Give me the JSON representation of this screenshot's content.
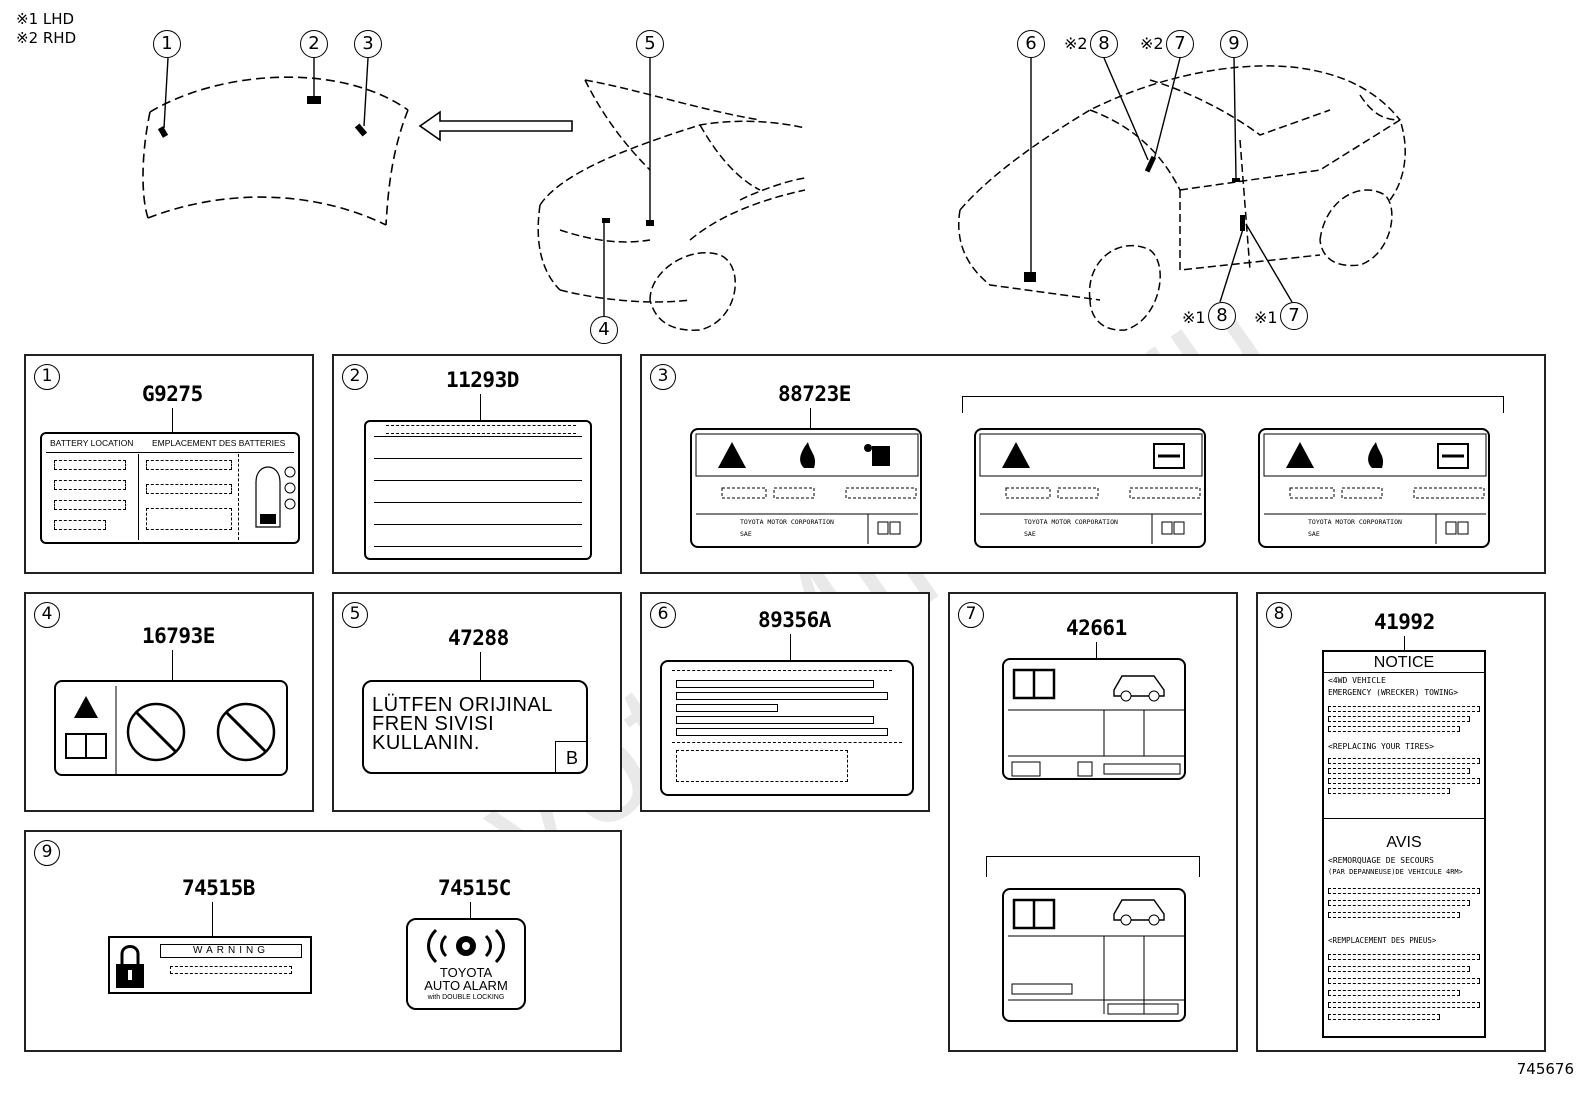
{
  "legend": {
    "lhd": "※1 LHD",
    "rhd": "※2 RHD"
  },
  "callouts": {
    "n1": "1",
    "n2": "2",
    "n3": "3",
    "n4": "4",
    "n5": "5",
    "n6": "6",
    "n7": "7",
    "n8": "8",
    "n9": "9",
    "note2": "※2",
    "note1": "※1"
  },
  "panels": {
    "p1": {
      "num": "1",
      "part": "G9275",
      "head_left": "BATTERY LOCATION",
      "head_right": "EMPLACEMENT DES BATTERIES"
    },
    "p2": {
      "num": "2",
      "part": "11293D"
    },
    "p3": {
      "num": "3",
      "part": "88723E",
      "corp": "TOYOTA MOTOR CORPORATION",
      "sae": "SAE"
    },
    "p4": {
      "num": "4",
      "part": "16793E"
    },
    "p5": {
      "num": "5",
      "part": "47288",
      "line1": "LÜTFEN ORIJINAL",
      "line2": "FREN SIVISI",
      "line3": "KULLANIN.",
      "code": "B"
    },
    "p6": {
      "num": "6",
      "part": "89356A"
    },
    "p7": {
      "num": "7",
      "part": "42661"
    },
    "p8": {
      "num": "8",
      "part": "41992",
      "notice": "NOTICE",
      "l1": "<4WD VEHICLE",
      "l2": "EMERGENCY (WRECKER) TOWING>",
      "l3": "<REPLACING YOUR TIRES>",
      "avis": "AVIS",
      "l4": "<REMORQUAGE DE SECOURS",
      "l5": "(PAR DEPANNEUSE)DE VEHICULE 4RM>",
      "l6": "<REMPLACEMENT DES PNEUS>"
    },
    "p9": {
      "num": "9",
      "part_b": "74515B",
      "part_c": "74515C",
      "warning": "WARNING",
      "alarm1": "TOYOTA",
      "alarm2": "AUTO ALARM",
      "alarm3": "with DOUBLE LOCKING"
    }
  },
  "diagram_id": "745676",
  "colors": {
    "line": "#000000",
    "dash": "#444444",
    "watermark": "#e6e6e6"
  }
}
